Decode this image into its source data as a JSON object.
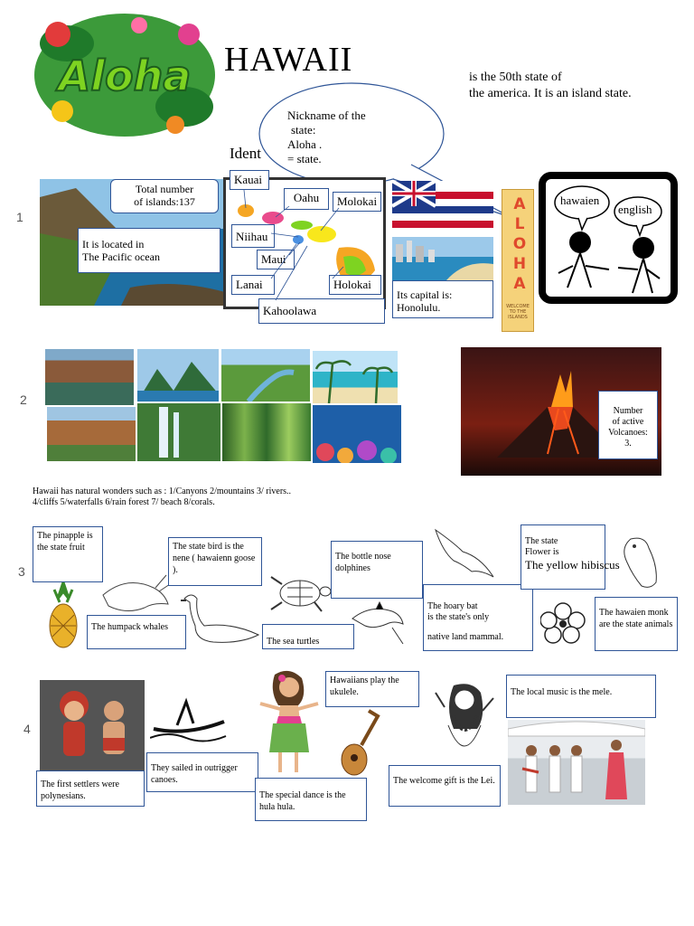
{
  "header": {
    "title": "HAWAII",
    "logo_text": "Aloha",
    "intro_line1": "is the 50th state of",
    "intro_line2": "the america. It is an island state.",
    "speech_line1": "Nickname of the",
    "speech_line2": "state:",
    "speech_line3": "Aloha .",
    "speech_line4": "= state.",
    "partial_heading": "Ident"
  },
  "row1": {
    "number": "1",
    "islands_total_line1": "Total number",
    "islands_total_line2": "of islands:137",
    "location_line1": "It is located in",
    "location_line2": "The Pacific ocean",
    "islands": [
      "Kauai",
      "Oahu",
      "Molokai",
      "Niihau",
      "Maui",
      "Lanai",
      "Holokai",
      "Kahoolawa"
    ],
    "capital_line1": "Its capital is:",
    "capital_line2": "Honolulu.",
    "aloha_sign": "ALOHA",
    "sign_caption": "WELCOME TO THE ISLANDS",
    "lang1": "hawaien",
    "lang2": "english"
  },
  "row2": {
    "number": "2",
    "volcano_line1": "Number",
    "volcano_line2": "of active",
    "volcano_line3": "Volcanoes:",
    "volcano_line4": "3.",
    "wonders_line1": "Hawaii has natural wonders such as : 1/Canyons 2/mountains 3/ rivers..",
    "wonders_line2": "4/cliffs 5/waterfalls 6/rain forest 7/ beach 8/corals."
  },
  "row3": {
    "number": "3",
    "pineapple": "The pinapple is the state fruit",
    "bird": "The state bird is the nene ( hawaienn goose ).",
    "dolphins": "The bottle nose dolphines",
    "flower_line1": "The state",
    "flower_line2": "Flower is",
    "flower_line3": "The yellow hibiscus",
    "whales": "The humpack whales",
    "turtles": "The sea turtles",
    "bat_line1": "The hoary bat",
    "bat_line2": "is the state's only",
    "bat_line3": "native land mammal.",
    "monk": "The hawaien monk are the state animals"
  },
  "row4": {
    "number": "4",
    "settlers": "The first settlers were polynesians.",
    "canoes": "They sailed in outrigger canoes.",
    "dance": "The special dance is the hula hula.",
    "ukulele": "Hawaiians play the ukulele.",
    "lei": "The welcome gift is the Lei.",
    "music": "The local music is the mele."
  },
  "colors": {
    "box_border": "#2f5597",
    "accent_green": "#2e9e3a",
    "lava": "#e8491d"
  }
}
